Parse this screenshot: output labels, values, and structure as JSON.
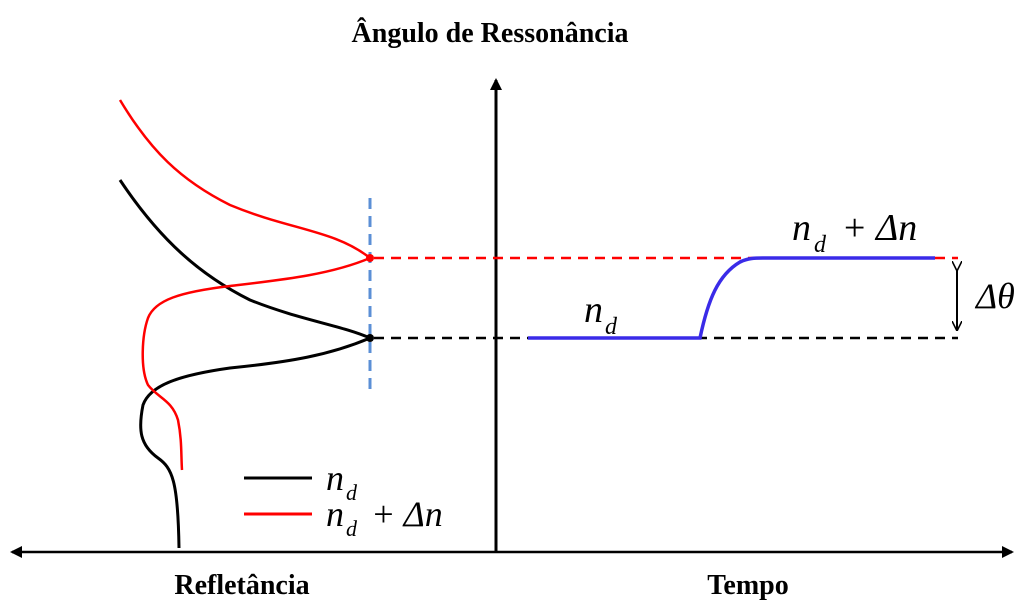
{
  "title": "Ângulo de Ressonância",
  "x_left_label": "Refletância",
  "x_right_label": "Tempo",
  "legend": [
    {
      "symbol": "n",
      "subscript": "d",
      "suffix": "",
      "color": "#000000"
    },
    {
      "symbol": "n",
      "subscript": "d",
      "suffix": " + Δn",
      "color": "#ff0000"
    }
  ],
  "plateau_low": {
    "symbol": "n",
    "subscript": "d"
  },
  "plateau_high": {
    "symbol": "n",
    "subscript": "d",
    "suffix": " + Δn"
  },
  "shift_label": "Δθ",
  "colors": {
    "base_curve": "#000000",
    "shifted_curve": "#ff0000",
    "time_trace": "#3a2be8",
    "vertical_marker": "#5b8fd6",
    "axes": "#000000"
  }
}
